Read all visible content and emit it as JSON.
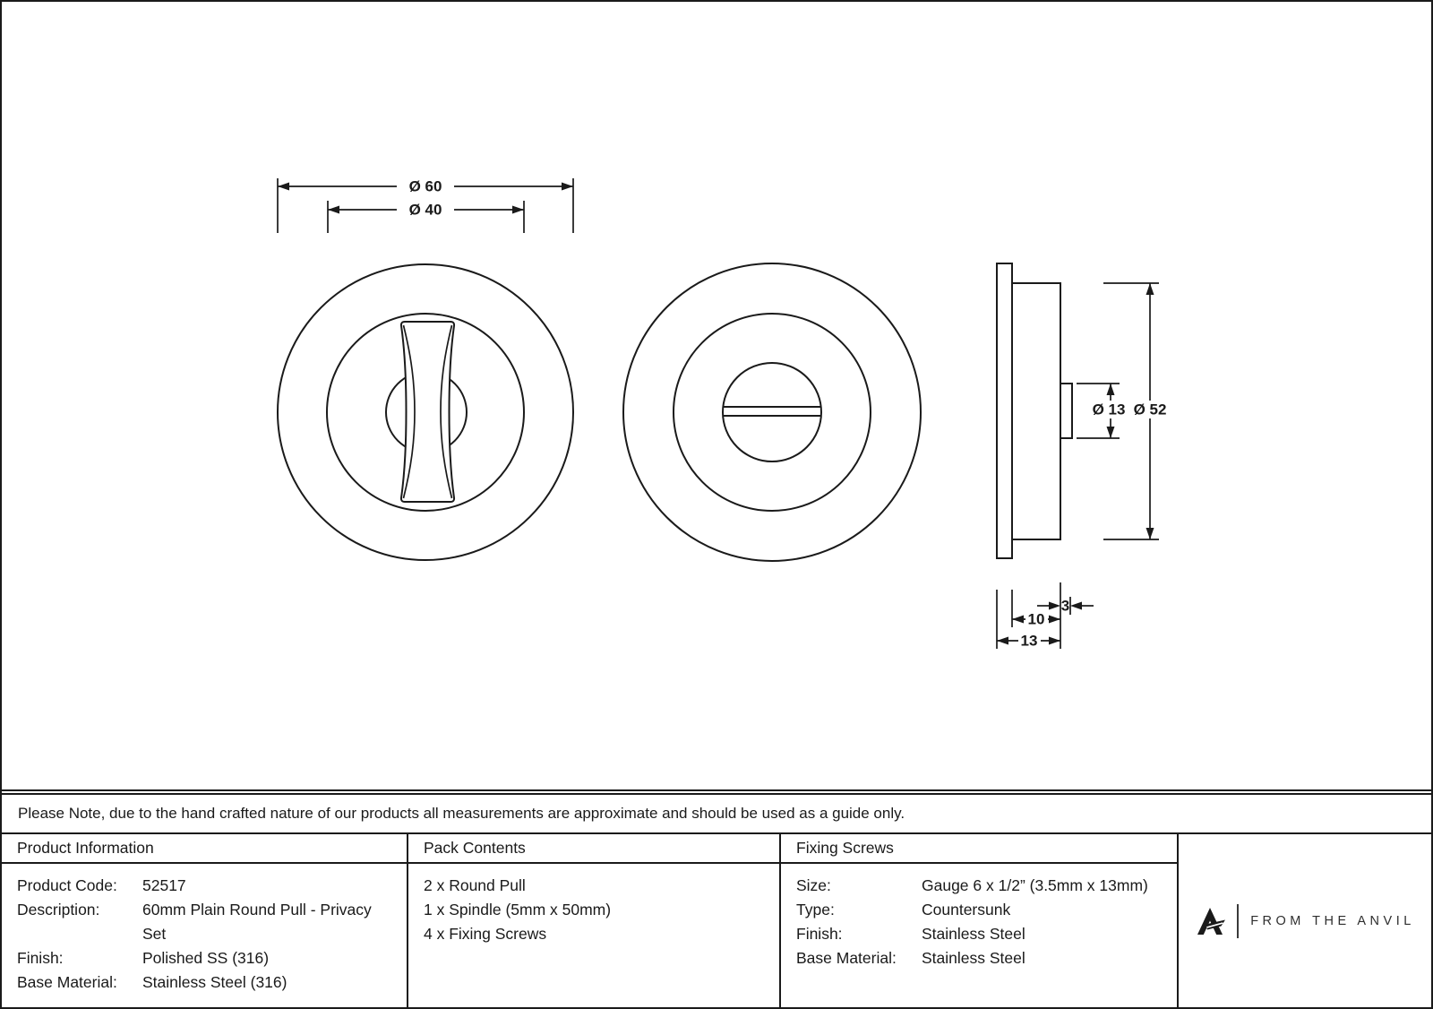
{
  "note": "Please Note, due to the hand crafted nature of our products all measurements are approximate and should be used as a guide only.",
  "drawing": {
    "dims": {
      "d60": "Ø 60",
      "d40": "Ø 40",
      "d13": "Ø 13",
      "d52": "Ø 52",
      "depth3": "3",
      "depth10": "10",
      "depth13": "13"
    }
  },
  "table": {
    "product_information": {
      "title": "Product Information",
      "rows": [
        {
          "label": "Product Code:",
          "value": "52517"
        },
        {
          "label": "Description:",
          "value": "60mm Plain Round Pull - Privacy Set"
        },
        {
          "label": "Finish:",
          "value": "Polished SS (316)"
        },
        {
          "label": "Base Material:",
          "value": "Stainless Steel (316)"
        }
      ]
    },
    "pack_contents": {
      "title": "Pack Contents",
      "items": [
        "2 x Round Pull",
        "1 x Spindle (5mm x 50mm)",
        "4 x Fixing Screws"
      ]
    },
    "fixing_screws": {
      "title": "Fixing Screws",
      "rows": [
        {
          "label": "Size:",
          "value": "Gauge 6 x 1/2” (3.5mm x 13mm)"
        },
        {
          "label": "Type:",
          "value": "Countersunk"
        },
        {
          "label": "Finish:",
          "value": "Stainless Steel"
        },
        {
          "label": "Base Material:",
          "value": "Stainless Steel"
        }
      ]
    },
    "brand": "FROM THE ANVIL"
  }
}
